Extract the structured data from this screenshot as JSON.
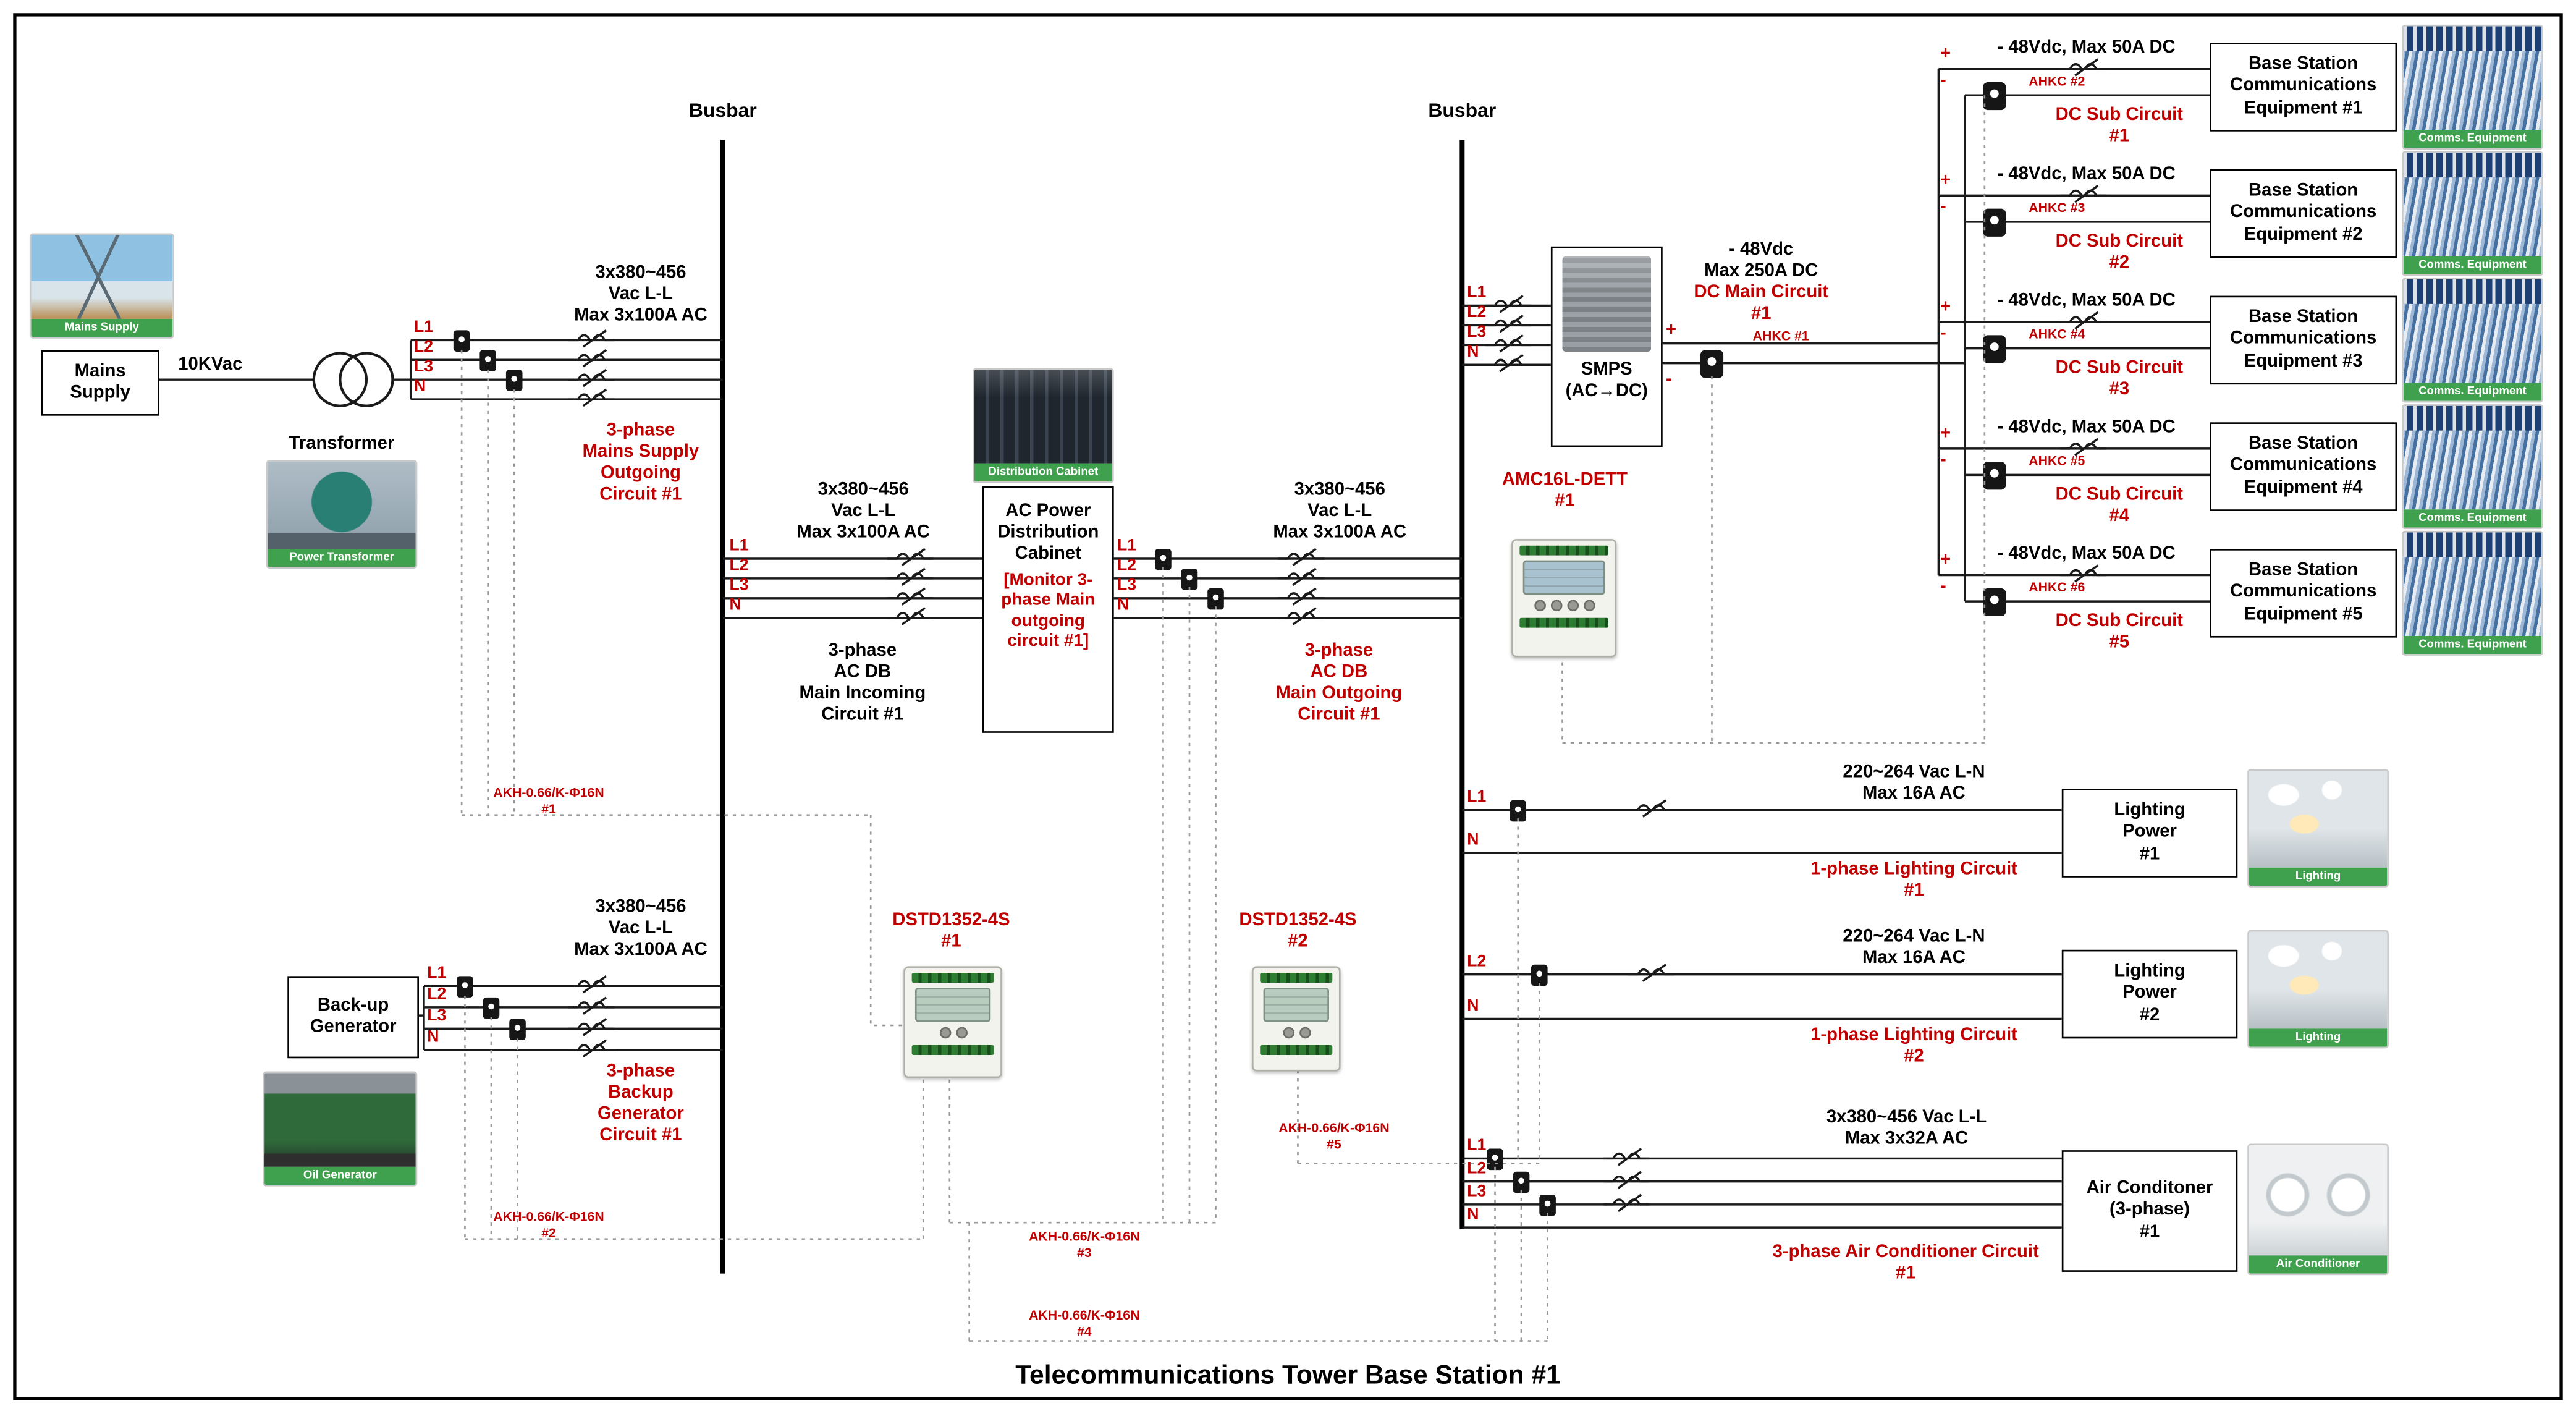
{
  "title": "Telecommunications Tower Base Station #1",
  "busbar_label": "Busbar",
  "mains": {
    "photo_caption": "Mains Supply",
    "box_lines": [
      "Mains",
      "Supply"
    ],
    "voltage": "10KVac",
    "transformer_label": "Transformer",
    "transformer_photo_caption": "Power Transformer",
    "phases": [
      "L1",
      "L2",
      "L3",
      "N"
    ],
    "spec_lines": [
      "3x380~456",
      "Vac L-L",
      "Max 3x100A AC"
    ],
    "circuit_lines": [
      "3-phase",
      "Mains Supply",
      "Outgoing",
      "Circuit #1"
    ]
  },
  "generator": {
    "box_lines": [
      "Back-up",
      "Generator"
    ],
    "photo_caption": "Oil Generator",
    "phases": [
      "L1",
      "L2",
      "L3",
      "N"
    ],
    "spec_lines": [
      "3x380~456",
      "Vac L-L",
      "Max 3x100A AC"
    ],
    "circuit_lines": [
      "3-phase",
      "Backup",
      "Generator",
      "Circuit #1"
    ]
  },
  "ac_db": {
    "photo_caption": "Distribution Cabinet",
    "box_title": "AC Power Distribution Cabinet",
    "box_note": "[Monitor 3-phase Main outgoing circuit #1]",
    "incoming": {
      "phases": [
        "L1",
        "L2",
        "L3",
        "N"
      ],
      "spec_lines": [
        "3x380~456",
        "Vac L-L",
        "Max 3x100A AC"
      ],
      "circuit_lines": [
        "3-phase",
        "AC DB",
        "Main Incoming",
        "Circuit #1"
      ]
    },
    "outgoing": {
      "phases": [
        "L1",
        "L2",
        "L3",
        "N"
      ],
      "spec_lines": [
        "3x380~456",
        "Vac L-L",
        "Max 3x100A AC"
      ],
      "circuit_lines": [
        "3-phase",
        "AC DB",
        "Main Outgoing",
        "Circuit #1"
      ]
    }
  },
  "smps": {
    "phases": [
      "L1",
      "L2",
      "L3",
      "N"
    ],
    "box_lines": [
      "SMPS",
      "(AC→DC)"
    ],
    "dc_spec_lines": [
      "- 48Vdc",
      "Max 250A DC"
    ],
    "dc_circuit_lines": [
      "DC Main Circuit",
      "#1"
    ],
    "ct_label": "AHKC #1",
    "plus": "+",
    "minus": "-"
  },
  "amc_meter": {
    "label_lines": [
      "AMC16L-DETT",
      "#1"
    ]
  },
  "dc_subs": [
    {
      "spec": "- 48Vdc, Max 50A DC",
      "ct_label": "AHKC #2",
      "circuit_lines": [
        "DC Sub Circuit",
        "#1"
      ],
      "box_lines": [
        "Base Station",
        "Communications",
        "Equipment #1"
      ],
      "photo_caption": "Comms. Equipment",
      "plus": "+",
      "minus": "-"
    },
    {
      "spec": "- 48Vdc, Max 50A DC",
      "ct_label": "AHKC #3",
      "circuit_lines": [
        "DC Sub Circuit",
        "#2"
      ],
      "box_lines": [
        "Base Station",
        "Communications",
        "Equipment #2"
      ],
      "photo_caption": "Comms. Equipment",
      "plus": "+",
      "minus": "-"
    },
    {
      "spec": "- 48Vdc, Max 50A DC",
      "ct_label": "AHKC #4",
      "circuit_lines": [
        "DC Sub Circuit",
        "#3"
      ],
      "box_lines": [
        "Base Station",
        "Communications",
        "Equipment #3"
      ],
      "photo_caption": "Comms. Equipment",
      "plus": "+",
      "minus": "-"
    },
    {
      "spec": "- 48Vdc, Max 50A DC",
      "ct_label": "AHKC #5",
      "circuit_lines": [
        "DC Sub Circuit",
        "#4"
      ],
      "box_lines": [
        "Base Station",
        "Communications",
        "Equipment #4"
      ],
      "photo_caption": "Comms. Equipment",
      "plus": "+",
      "minus": "-"
    },
    {
      "spec": "- 48Vdc, Max 50A DC",
      "ct_label": "AHKC #6",
      "circuit_lines": [
        "DC Sub Circuit",
        "#5"
      ],
      "box_lines": [
        "Base Station",
        "Communications",
        "Equipment #5"
      ],
      "photo_caption": "Comms. Equipment",
      "plus": "+",
      "minus": "-"
    }
  ],
  "lighting": [
    {
      "phase_top": "L1",
      "phase_bottom": "N",
      "spec_lines": [
        "220~264 Vac L-N",
        "Max 16A AC"
      ],
      "circuit_lines": [
        "1-phase Lighting Circuit",
        "#1"
      ],
      "box_lines": [
        "Lighting",
        "Power",
        "#1"
      ],
      "photo_caption": "Lighting"
    },
    {
      "phase_top": "L2",
      "phase_bottom": "N",
      "spec_lines": [
        "220~264 Vac L-N",
        "Max 16A AC"
      ],
      "circuit_lines": [
        "1-phase Lighting Circuit",
        "#2"
      ],
      "box_lines": [
        "Lighting",
        "Power",
        "#2"
      ],
      "photo_caption": "Lighting"
    }
  ],
  "aircon": {
    "phases": [
      "L1",
      "L2",
      "L3",
      "N"
    ],
    "spec_lines": [
      "3x380~456 Vac L-L",
      "Max 3x32A AC"
    ],
    "circuit_lines": [
      "3-phase Air Conditioner Circuit",
      "#1"
    ],
    "box_lines": [
      "Air Conditoner",
      "(3-phase)",
      "#1"
    ],
    "photo_caption": "Air Conditioner"
  },
  "power_meters": [
    {
      "label_lines": [
        "DSTD1352-4S",
        "#1"
      ]
    },
    {
      "label_lines": [
        "DSTD1352-4S",
        "#2"
      ]
    }
  ],
  "ct_wiring": [
    {
      "lines": [
        "AKH-0.66/K-Φ16N",
        "#1"
      ]
    },
    {
      "lines": [
        "AKH-0.66/K-Φ16N",
        "#2"
      ]
    },
    {
      "lines": [
        "AKH-0.66/K-Φ16N",
        "#3"
      ]
    },
    {
      "lines": [
        "AKH-0.66/K-Φ16N",
        "#4"
      ]
    },
    {
      "lines": [
        "AKH-0.66/K-Φ16N",
        "#5"
      ]
    }
  ],
  "colors": {
    "circuit_red": "#c00000",
    "caption_green": "#3fa14d",
    "wire_black": "#1a1a1a"
  }
}
